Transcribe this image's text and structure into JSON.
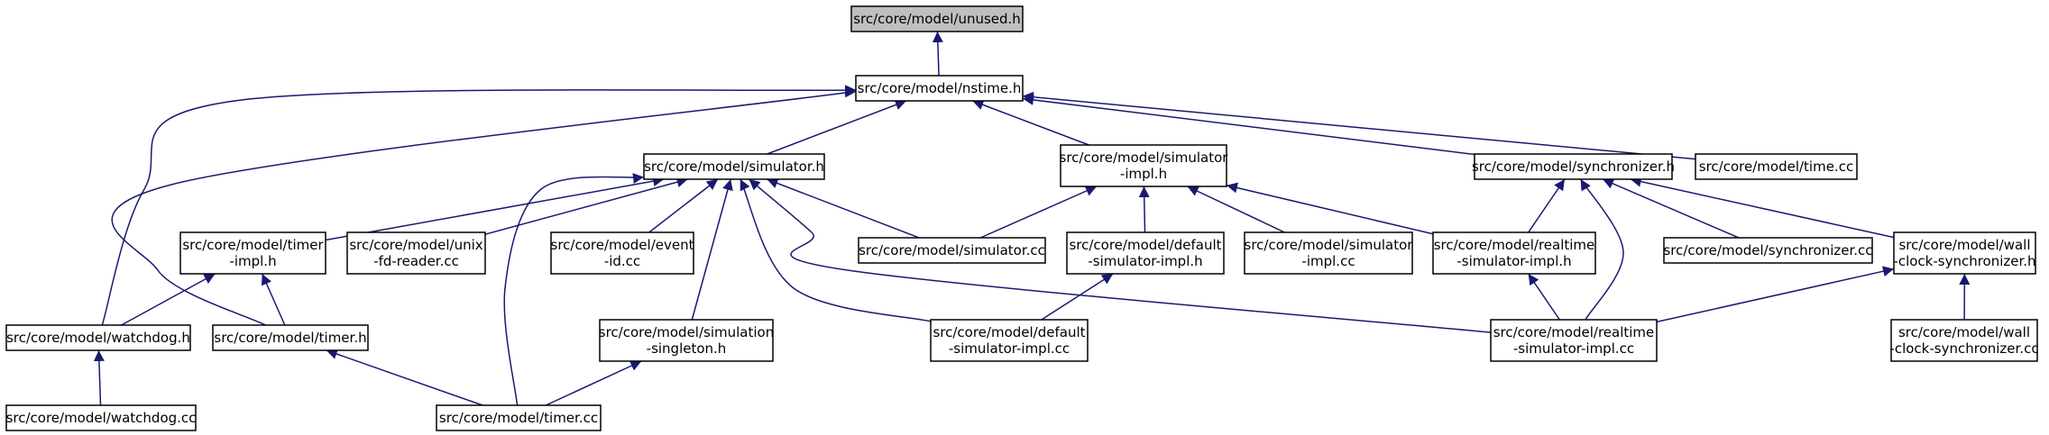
{
  "colors": {
    "edge": "#191970",
    "node_border": "#000000",
    "node_fill": "#ffffff",
    "highlight_fill": "#bfbfbf"
  },
  "graph": {
    "nodes": [
      {
        "id": "unused-h",
        "lines": [
          "src/core/model/unused.h"
        ],
        "highlight": true
      },
      {
        "id": "nstime-h",
        "lines": [
          "src/core/model/nstime.h"
        ]
      },
      {
        "id": "simulator-h",
        "lines": [
          "src/core/model/simulator.h"
        ]
      },
      {
        "id": "simulator-impl-h",
        "lines": [
          "src/core/model/simulator",
          "-impl.h"
        ]
      },
      {
        "id": "synchronizer-h",
        "lines": [
          "src/core/model/synchronizer.h"
        ]
      },
      {
        "id": "time-cc",
        "lines": [
          "src/core/model/time.cc"
        ]
      },
      {
        "id": "timer-impl-h",
        "lines": [
          "src/core/model/timer",
          "-impl.h"
        ]
      },
      {
        "id": "unix-fd-reader-cc",
        "lines": [
          "src/core/model/unix",
          "-fd-reader.cc"
        ]
      },
      {
        "id": "event-id-cc",
        "lines": [
          "src/core/model/event",
          "-id.cc"
        ]
      },
      {
        "id": "simulator-cc",
        "lines": [
          "src/core/model/simulator.cc"
        ]
      },
      {
        "id": "default-simulator-impl-h",
        "lines": [
          "src/core/model/default",
          "-simulator-impl.h"
        ]
      },
      {
        "id": "simulator-impl-cc",
        "lines": [
          "src/core/model/simulator",
          "-impl.cc"
        ]
      },
      {
        "id": "realtime-simulator-impl-h",
        "lines": [
          "src/core/model/realtime",
          "-simulator-impl.h"
        ]
      },
      {
        "id": "synchronizer-cc",
        "lines": [
          "src/core/model/synchronizer.cc"
        ]
      },
      {
        "id": "wall-clock-synchronizer-h",
        "lines": [
          "src/core/model/wall",
          "-clock-synchronizer.h"
        ]
      },
      {
        "id": "watchdog-h",
        "lines": [
          "src/core/model/watchdog.h"
        ]
      },
      {
        "id": "timer-h",
        "lines": [
          "src/core/model/timer.h"
        ]
      },
      {
        "id": "simulation-singleton-h",
        "lines": [
          "src/core/model/simulation",
          "-singleton.h"
        ]
      },
      {
        "id": "default-simulator-impl-cc",
        "lines": [
          "src/core/model/default",
          "-simulator-impl.cc"
        ]
      },
      {
        "id": "realtime-simulator-impl-cc",
        "lines": [
          "src/core/model/realtime",
          "-simulator-impl.cc"
        ]
      },
      {
        "id": "wall-clock-synchronizer-cc",
        "lines": [
          "src/core/model/wall",
          "-clock-synchronizer.cc"
        ]
      },
      {
        "id": "watchdog-cc",
        "lines": [
          "src/core/model/watchdog.cc"
        ]
      },
      {
        "id": "timer-cc",
        "lines": [
          "src/core/model/timer.cc"
        ]
      }
    ],
    "edges": [
      {
        "from": "nstime-h",
        "to": "unused-h"
      },
      {
        "from": "simulator-h",
        "to": "nstime-h"
      },
      {
        "from": "simulator-impl-h",
        "to": "nstime-h"
      },
      {
        "from": "synchronizer-h",
        "to": "nstime-h"
      },
      {
        "from": "time-cc",
        "to": "nstime-h"
      },
      {
        "from": "watchdog-h",
        "to": "nstime-h"
      },
      {
        "from": "timer-h",
        "to": "nstime-h"
      },
      {
        "from": "timer-impl-h",
        "to": "simulator-h"
      },
      {
        "from": "unix-fd-reader-cc",
        "to": "simulator-h"
      },
      {
        "from": "event-id-cc",
        "to": "simulator-h"
      },
      {
        "from": "simulator-cc",
        "to": "simulator-h"
      },
      {
        "from": "simulation-singleton-h",
        "to": "simulator-h"
      },
      {
        "from": "default-simulator-impl-cc",
        "to": "simulator-h"
      },
      {
        "from": "realtime-simulator-impl-cc",
        "to": "simulator-h"
      },
      {
        "from": "timer-cc",
        "to": "simulator-h"
      },
      {
        "from": "simulator-cc",
        "to": "simulator-impl-h"
      },
      {
        "from": "default-simulator-impl-h",
        "to": "simulator-impl-h"
      },
      {
        "from": "simulator-impl-cc",
        "to": "simulator-impl-h"
      },
      {
        "from": "realtime-simulator-impl-h",
        "to": "simulator-impl-h"
      },
      {
        "from": "realtime-simulator-impl-h",
        "to": "synchronizer-h"
      },
      {
        "from": "realtime-simulator-impl-cc",
        "to": "synchronizer-h"
      },
      {
        "from": "synchronizer-cc",
        "to": "synchronizer-h"
      },
      {
        "from": "wall-clock-synchronizer-h",
        "to": "synchronizer-h"
      },
      {
        "from": "watchdog-h",
        "to": "timer-impl-h"
      },
      {
        "from": "timer-h",
        "to": "timer-impl-h"
      },
      {
        "from": "default-simulator-impl-cc",
        "to": "default-simulator-impl-h"
      },
      {
        "from": "realtime-simulator-impl-cc",
        "to": "realtime-simulator-impl-h"
      },
      {
        "from": "realtime-simulator-impl-cc",
        "to": "wall-clock-synchronizer-h"
      },
      {
        "from": "wall-clock-synchronizer-cc",
        "to": "wall-clock-synchronizer-h"
      },
      {
        "from": "watchdog-cc",
        "to": "watchdog-h"
      },
      {
        "from": "timer-cc",
        "to": "timer-h"
      },
      {
        "from": "timer-cc",
        "to": "simulation-singleton-h"
      }
    ]
  }
}
